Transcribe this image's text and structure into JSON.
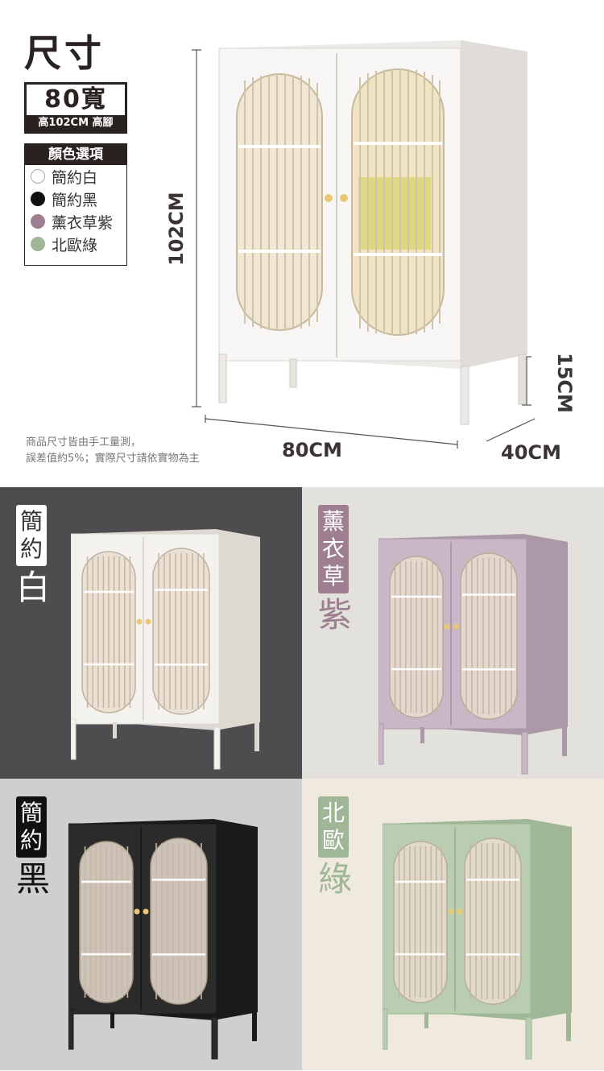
{
  "top": {
    "title": "尺寸",
    "size_main": "80寬",
    "size_sub": "高102CM 高腳",
    "colors_title": "顏色選項",
    "colors": [
      {
        "label": "簡約白",
        "color": "#ffffff"
      },
      {
        "label": "簡約黑",
        "color": "#111111"
      },
      {
        "label": "薰衣草紫",
        "color": "#9d7f91"
      },
      {
        "label": "北歐綠",
        "color": "#9fb697"
      }
    ],
    "dim_height": "102CM",
    "dim_width": "80CM",
    "dim_depth": "40CM",
    "dim_leg": "15CM",
    "note_line1": "商品尺寸皆由手工量測，",
    "note_line2": "誤差值約5%；實際尺寸請依實物為主"
  },
  "variants": [
    {
      "box_text": "簡\n約",
      "big_text": "白",
      "box_bg": "#ffffff",
      "box_color": "#333333",
      "big_color": "#ffffff",
      "cabinet": "#f4f2ef",
      "cabinet_dark": "#ddd8d2"
    },
    {
      "box_text": "薰\n衣\n草",
      "big_text": "紫",
      "box_bg": "#9d7f91",
      "box_color": "#ffffff",
      "big_color": "#9d7f91",
      "cabinet": "#c9b6c6",
      "cabinet_dark": "#ab98a8"
    },
    {
      "box_text": "簡\n約",
      "big_text": "黑",
      "box_bg": "#111111",
      "box_color": "#ffffff",
      "big_color": "#111111",
      "cabinet": "#2b2b2b",
      "cabinet_dark": "#1a1a1a"
    },
    {
      "box_text": "北\n歐",
      "big_text": "綠",
      "box_bg": "#9fb697",
      "box_color": "#ffffff",
      "big_color": "#9fb697",
      "cabinet": "#b9ceb0",
      "cabinet_dark": "#9fb697"
    }
  ]
}
